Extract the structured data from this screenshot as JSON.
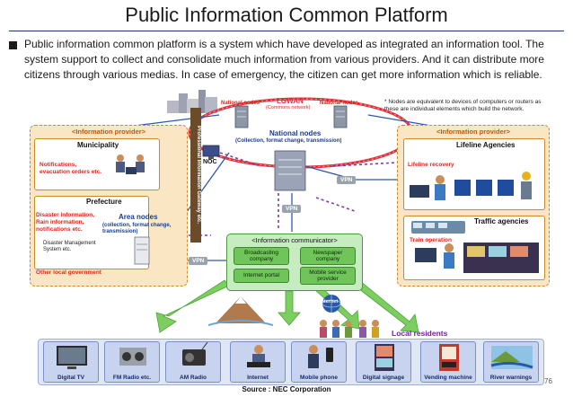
{
  "title": "Public Information Common Platform",
  "intro": "Public information common platform is a system which have developed as integrated an information tool.  The system support to collect and consolidate much information from various providers. And it can distribute more citizens through various medias. In case of emergency, the citizen can get more information which is reliable.",
  "note": "* Nodes are equivalent to devices of computers or routers as these are individual elements which build the network.",
  "network": {
    "lgwan": "LGWAN",
    "lgwan_sub": "(Commons network)",
    "national_node_left": "National nodes",
    "national_node_right": "National nodes",
    "national_nodes_center": "National nodes",
    "national_nodes_sub": "(Collection, format change, transmission)",
    "noc": "NOC",
    "gateway": "Professional Information Gateway etc.",
    "vpn_right": "VPN",
    "vpn_center": "VPN",
    "vpn_left": "VPN",
    "internet": "Internet"
  },
  "provider_left": {
    "heading": "<Information provider>",
    "municipality": "Municipality",
    "municipality_info": "Notifications, evacuation orders etc.",
    "prefecture": "Prefecture",
    "prefecture_info": "Disaster information, Rain information, notifications etc.",
    "area_nodes": "Area nodes",
    "area_nodes_sub": "(collection, format change, transmission)",
    "dms": "Disaster Management System etc.",
    "other_gov": "Other local government"
  },
  "provider_right": {
    "heading": "<Information provider>",
    "lifeline": "Lifeline Agencies",
    "lifeline_info": "Lifeline recovery",
    "traffic": "Traffic agencies",
    "traffic_info": "Train operation"
  },
  "communicator": {
    "title": "<Information communicator>",
    "broadcasting": "Broadcasting company",
    "newspaper": "Newspaper company",
    "internet_portal": "Internet portal",
    "mobile": "Mobile service provider"
  },
  "local_residents": "Local residents",
  "devices": [
    "Digital TV",
    "FM Radio etc.",
    "AM Radio",
    "Internet",
    "Mobile phone",
    "Digital signage",
    "Vending machine",
    "River warnings"
  ],
  "source": "Source : NEC Corporation",
  "page_number": "76",
  "colors": {
    "provider_border": "#c98a2c",
    "provider_fill": "#fbe6c4",
    "communicator_fill": "#c8ecc2",
    "arrow_green": "#7ccf5e",
    "ring_red": "#e0303a",
    "device_fill": "#c8d3ef"
  }
}
